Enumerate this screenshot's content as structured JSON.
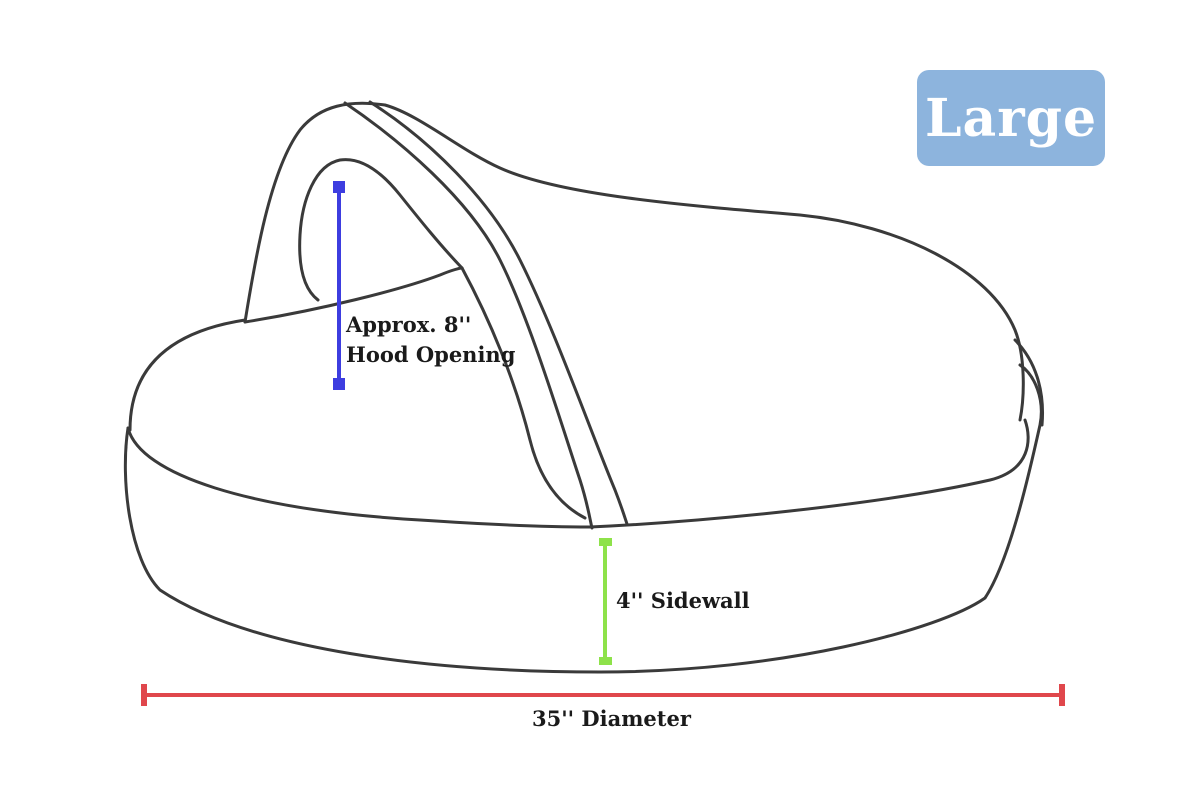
{
  "badge": {
    "label": "Large",
    "color": "#8db4dd"
  },
  "measurements": {
    "hood": {
      "line1": "Approx. 8''",
      "line2": "Hood Opening",
      "color": "#3d3de0"
    },
    "sidewall": {
      "label": "4'' Sidewall",
      "color": "#8ee24a"
    },
    "diameter": {
      "label": "35'' Diameter",
      "color": "#e0474c"
    }
  },
  "outline_color": "#3a3a3a"
}
